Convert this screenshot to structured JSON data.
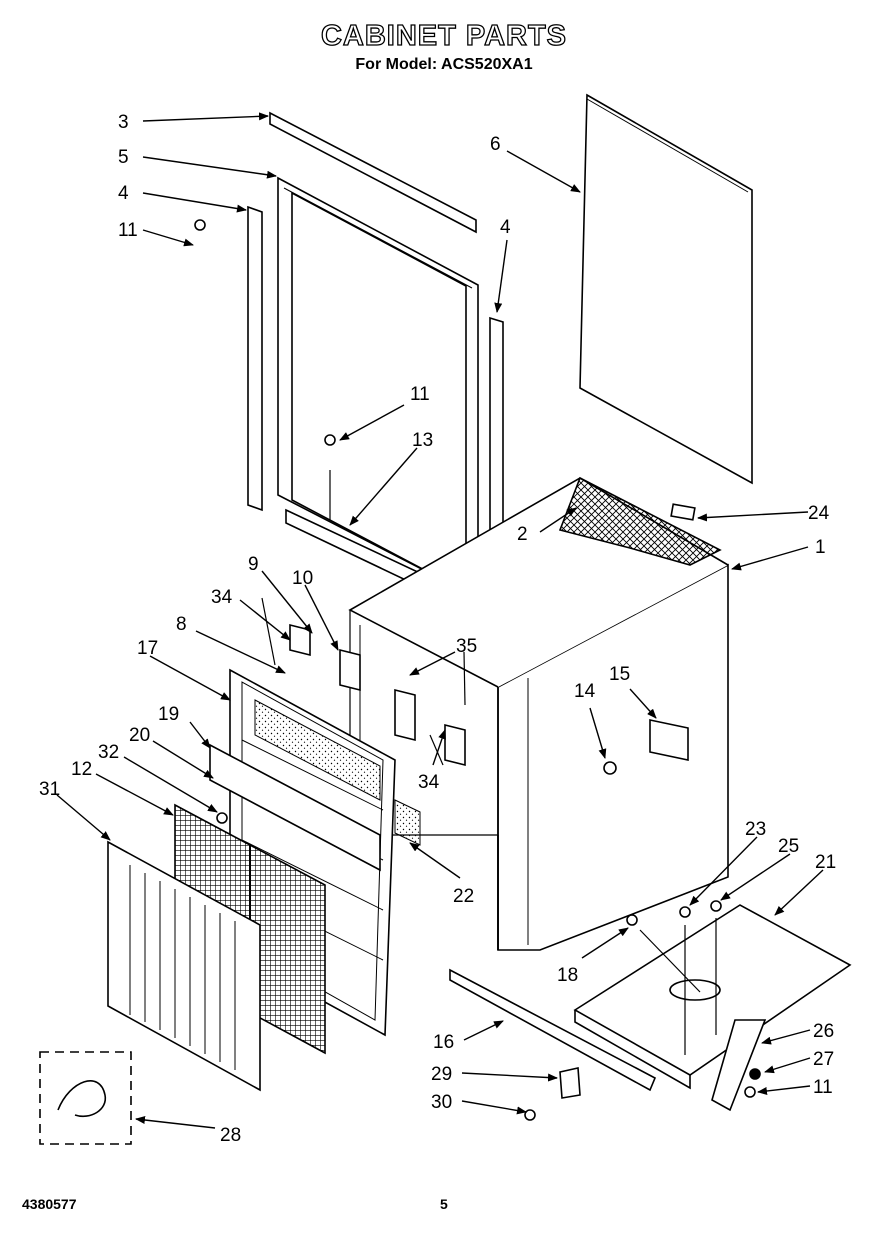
{
  "header": {
    "title": "CABINET PARTS",
    "subtitle": "For Model: ACS520XA1"
  },
  "footer": {
    "doc_number": "4380577",
    "page_number": "5"
  },
  "callouts": [
    {
      "id": "c3",
      "label": "3"
    },
    {
      "id": "c5",
      "label": "5"
    },
    {
      "id": "c4a",
      "label": "4"
    },
    {
      "id": "c11a",
      "label": "11"
    },
    {
      "id": "c6",
      "label": "6"
    },
    {
      "id": "c4b",
      "label": "4"
    },
    {
      "id": "c11b",
      "label": "11"
    },
    {
      "id": "c13",
      "label": "13"
    },
    {
      "id": "c2",
      "label": "2"
    },
    {
      "id": "c24",
      "label": "24"
    },
    {
      "id": "c1",
      "label": "1"
    },
    {
      "id": "c9",
      "label": "9"
    },
    {
      "id": "c10",
      "label": "10"
    },
    {
      "id": "c34a",
      "label": "34"
    },
    {
      "id": "c8",
      "label": "8"
    },
    {
      "id": "c35",
      "label": "35"
    },
    {
      "id": "c17",
      "label": "17"
    },
    {
      "id": "c14",
      "label": "14"
    },
    {
      "id": "c15",
      "label": "15"
    },
    {
      "id": "c19",
      "label": "19"
    },
    {
      "id": "c20",
      "label": "20"
    },
    {
      "id": "c32",
      "label": "32"
    },
    {
      "id": "c12",
      "label": "12"
    },
    {
      "id": "c31",
      "label": "31"
    },
    {
      "id": "c34b",
      "label": "34"
    },
    {
      "id": "c22",
      "label": "22"
    },
    {
      "id": "c23",
      "label": "23"
    },
    {
      "id": "c25",
      "label": "25"
    },
    {
      "id": "c21",
      "label": "21"
    },
    {
      "id": "c18",
      "label": "18"
    },
    {
      "id": "c16",
      "label": "16"
    },
    {
      "id": "c26",
      "label": "26"
    },
    {
      "id": "c29",
      "label": "29"
    },
    {
      "id": "c27",
      "label": "27"
    },
    {
      "id": "c11c",
      "label": "11"
    },
    {
      "id": "c30",
      "label": "30"
    },
    {
      "id": "c28",
      "label": "28"
    }
  ]
}
